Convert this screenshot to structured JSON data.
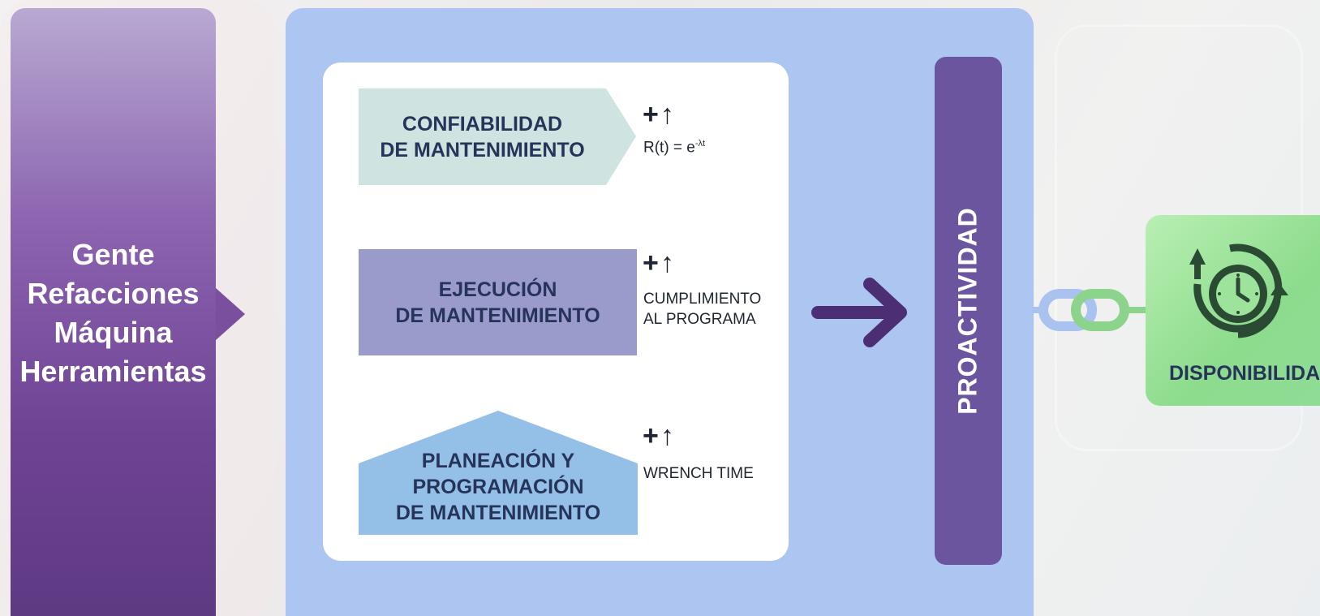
{
  "left_panel": {
    "lines": [
      "Gente",
      "Refacciones",
      "Máquina",
      "Herramientas"
    ]
  },
  "boxes": [
    {
      "title_line1": "CONFIABILIDAD",
      "title_line2": "DE MANTENIMIENTO",
      "indicator": "+↑",
      "note": "R(t) = e",
      "note_sup": "-λt"
    },
    {
      "title_line1": "EJECUCIÓN",
      "title_line2": "DE MANTENIMIENTO",
      "indicator": "+↑",
      "note_line1": "CUMPLIMIENTO",
      "note_line2": "AL PROGRAMA"
    },
    {
      "title_line1": "PLANEACIÓN Y",
      "title_line2": "PROGRAMACIÓN",
      "title_line3": "DE MANTENIMIENTO",
      "indicator": "+↑",
      "note": "WRENCH TIME"
    }
  ],
  "proactividad": {
    "label": "PROACTIVIDAD"
  },
  "disponibilidad": {
    "label": "DISPONIBILIDAD"
  },
  "icons": [
    "arrow-right-icon",
    "chain-link-icon",
    "clock-cycle-icon"
  ],
  "colors": {
    "left_panel": "#7a4f9e",
    "main_panel": "#adc5f1",
    "box_confiabilidad": "#cfe3e0",
    "box_ejecucion": "#9a9acb",
    "box_planeacion": "#94bfe6",
    "proactividad": "#6a559e",
    "disponibilidad": "#9de39c",
    "arrow": "#4b2e74"
  }
}
